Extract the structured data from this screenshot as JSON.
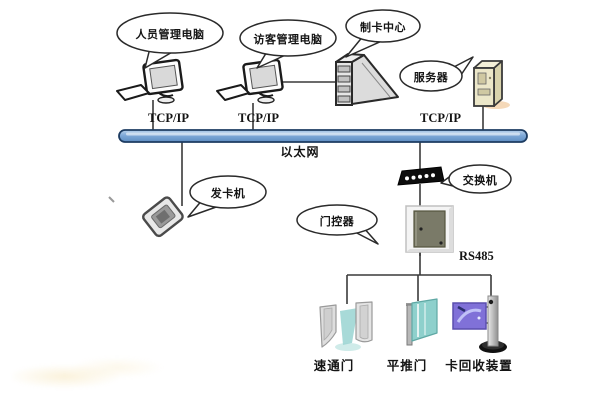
{
  "bubbles": {
    "personnel_pc": "人员管理电脑",
    "visitor_pc": "访客管理电脑",
    "card_center": "制卡中心",
    "server": "服务器",
    "card_issuer": "发卡机",
    "switch": "交换机",
    "door_controller": "门控器"
  },
  "network": {
    "tcpip_1": "TCP/IP",
    "tcpip_2": "TCP/IP",
    "tcpip_3": "TCP/IP",
    "ethernet": "以太网",
    "rs485": "RS485"
  },
  "terminals": {
    "speed_gate": "速通门",
    "sliding_door": "平推门",
    "card_recycler": "卡回收装置"
  },
  "icons": {
    "personnel_pc": "desktop-computer-icon",
    "visitor_pc": "desktop-computer-icon",
    "card_center": "tower-workstation-icon",
    "server": "server-tower-icon",
    "card_issuer": "card-issuer-device-icon",
    "switch": "network-switch-icon",
    "door_controller": "door-controller-cabinet-icon",
    "speed_gate": "speed-gate-icon",
    "sliding_door": "sliding-door-icon",
    "card_recycler": "card-recycler-icon"
  },
  "colors": {
    "ethernet_bar_fill": "#7fa9d8",
    "ethernet_bar_border": "#1d3c62",
    "glass_teal": "#8ed0cc",
    "screen_purple": "#8071d8",
    "switch_body": "#0d0d0d",
    "connector_line": "#3a3a3a"
  }
}
